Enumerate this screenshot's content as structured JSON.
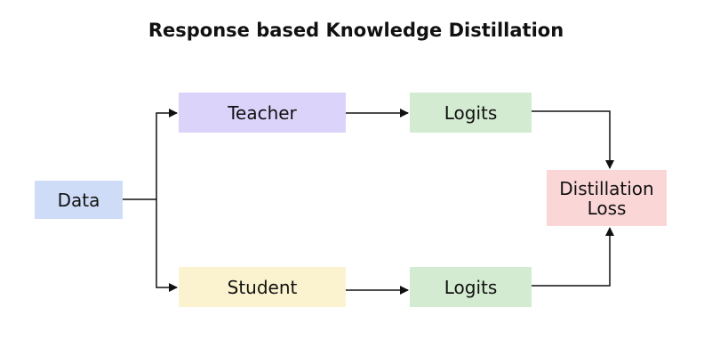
{
  "title": "Response based Knowledge Distillation",
  "nodes": {
    "data": {
      "label": "Data",
      "color": "#cfdcf8"
    },
    "teacher": {
      "label": "Teacher",
      "color": "#dcd3fb"
    },
    "teacher_logits": {
      "label": "Logits",
      "color": "#d3ebd1"
    },
    "student": {
      "label": "Student",
      "color": "#fbf3cf"
    },
    "student_logits": {
      "label": "Logits",
      "color": "#d3ebd1"
    },
    "loss": {
      "label_line1": "Distillation",
      "label_line2": "Loss",
      "color": "#fbd6d6"
    }
  },
  "edges": [
    {
      "from": "Data",
      "to": "Teacher"
    },
    {
      "from": "Data",
      "to": "Student"
    },
    {
      "from": "Teacher",
      "to": "Logits (teacher)"
    },
    {
      "from": "Student",
      "to": "Logits (student)"
    },
    {
      "from": "Logits (teacher)",
      "to": "Distillation Loss"
    },
    {
      "from": "Logits (student)",
      "to": "Distillation Loss"
    }
  ],
  "colors": {
    "line": "#111111"
  }
}
